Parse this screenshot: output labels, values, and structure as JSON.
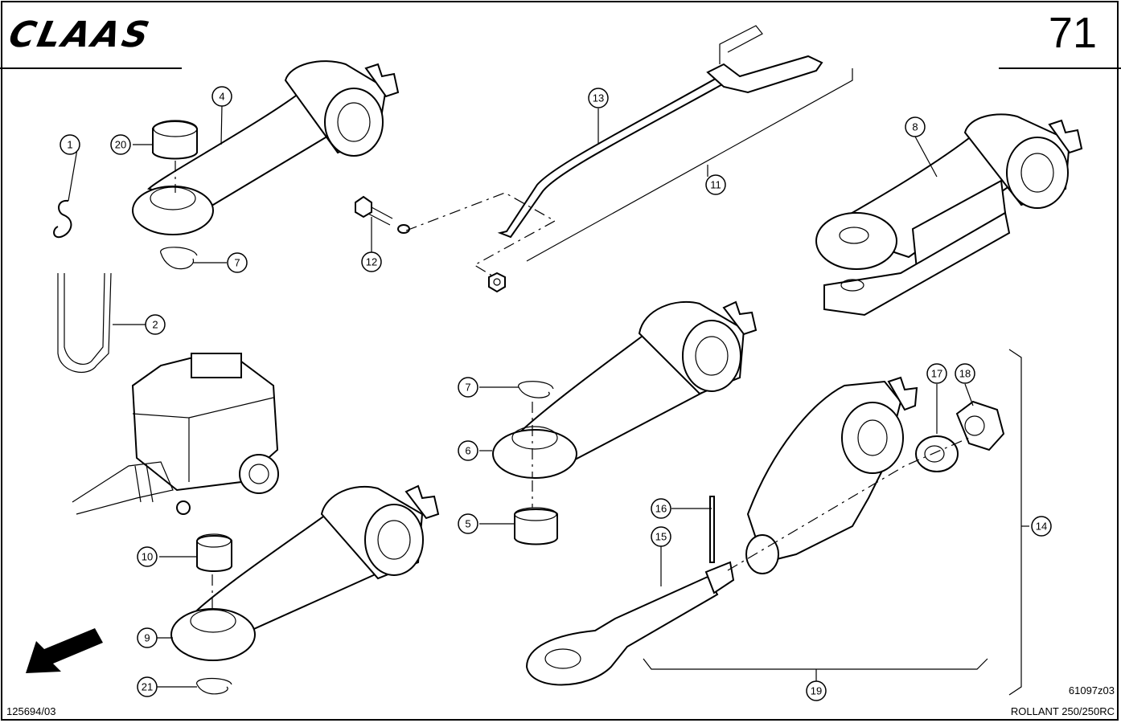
{
  "header": {
    "brand_logo": "CLAAS",
    "page_number": "71"
  },
  "footer": {
    "drawing_ref": "125694/03",
    "figure_ref": "61097z03",
    "model": "ROLLANT 250/250RC"
  },
  "callouts": [
    "1",
    "2",
    "4",
    "5",
    "6",
    "7",
    "7",
    "8",
    "9",
    "10",
    "11",
    "12",
    "13",
    "14",
    "15",
    "16",
    "17",
    "18",
    "19",
    "20",
    "21"
  ],
  "icons": [
    "direction-arrow-icon",
    "baler-machine-illustration"
  ]
}
